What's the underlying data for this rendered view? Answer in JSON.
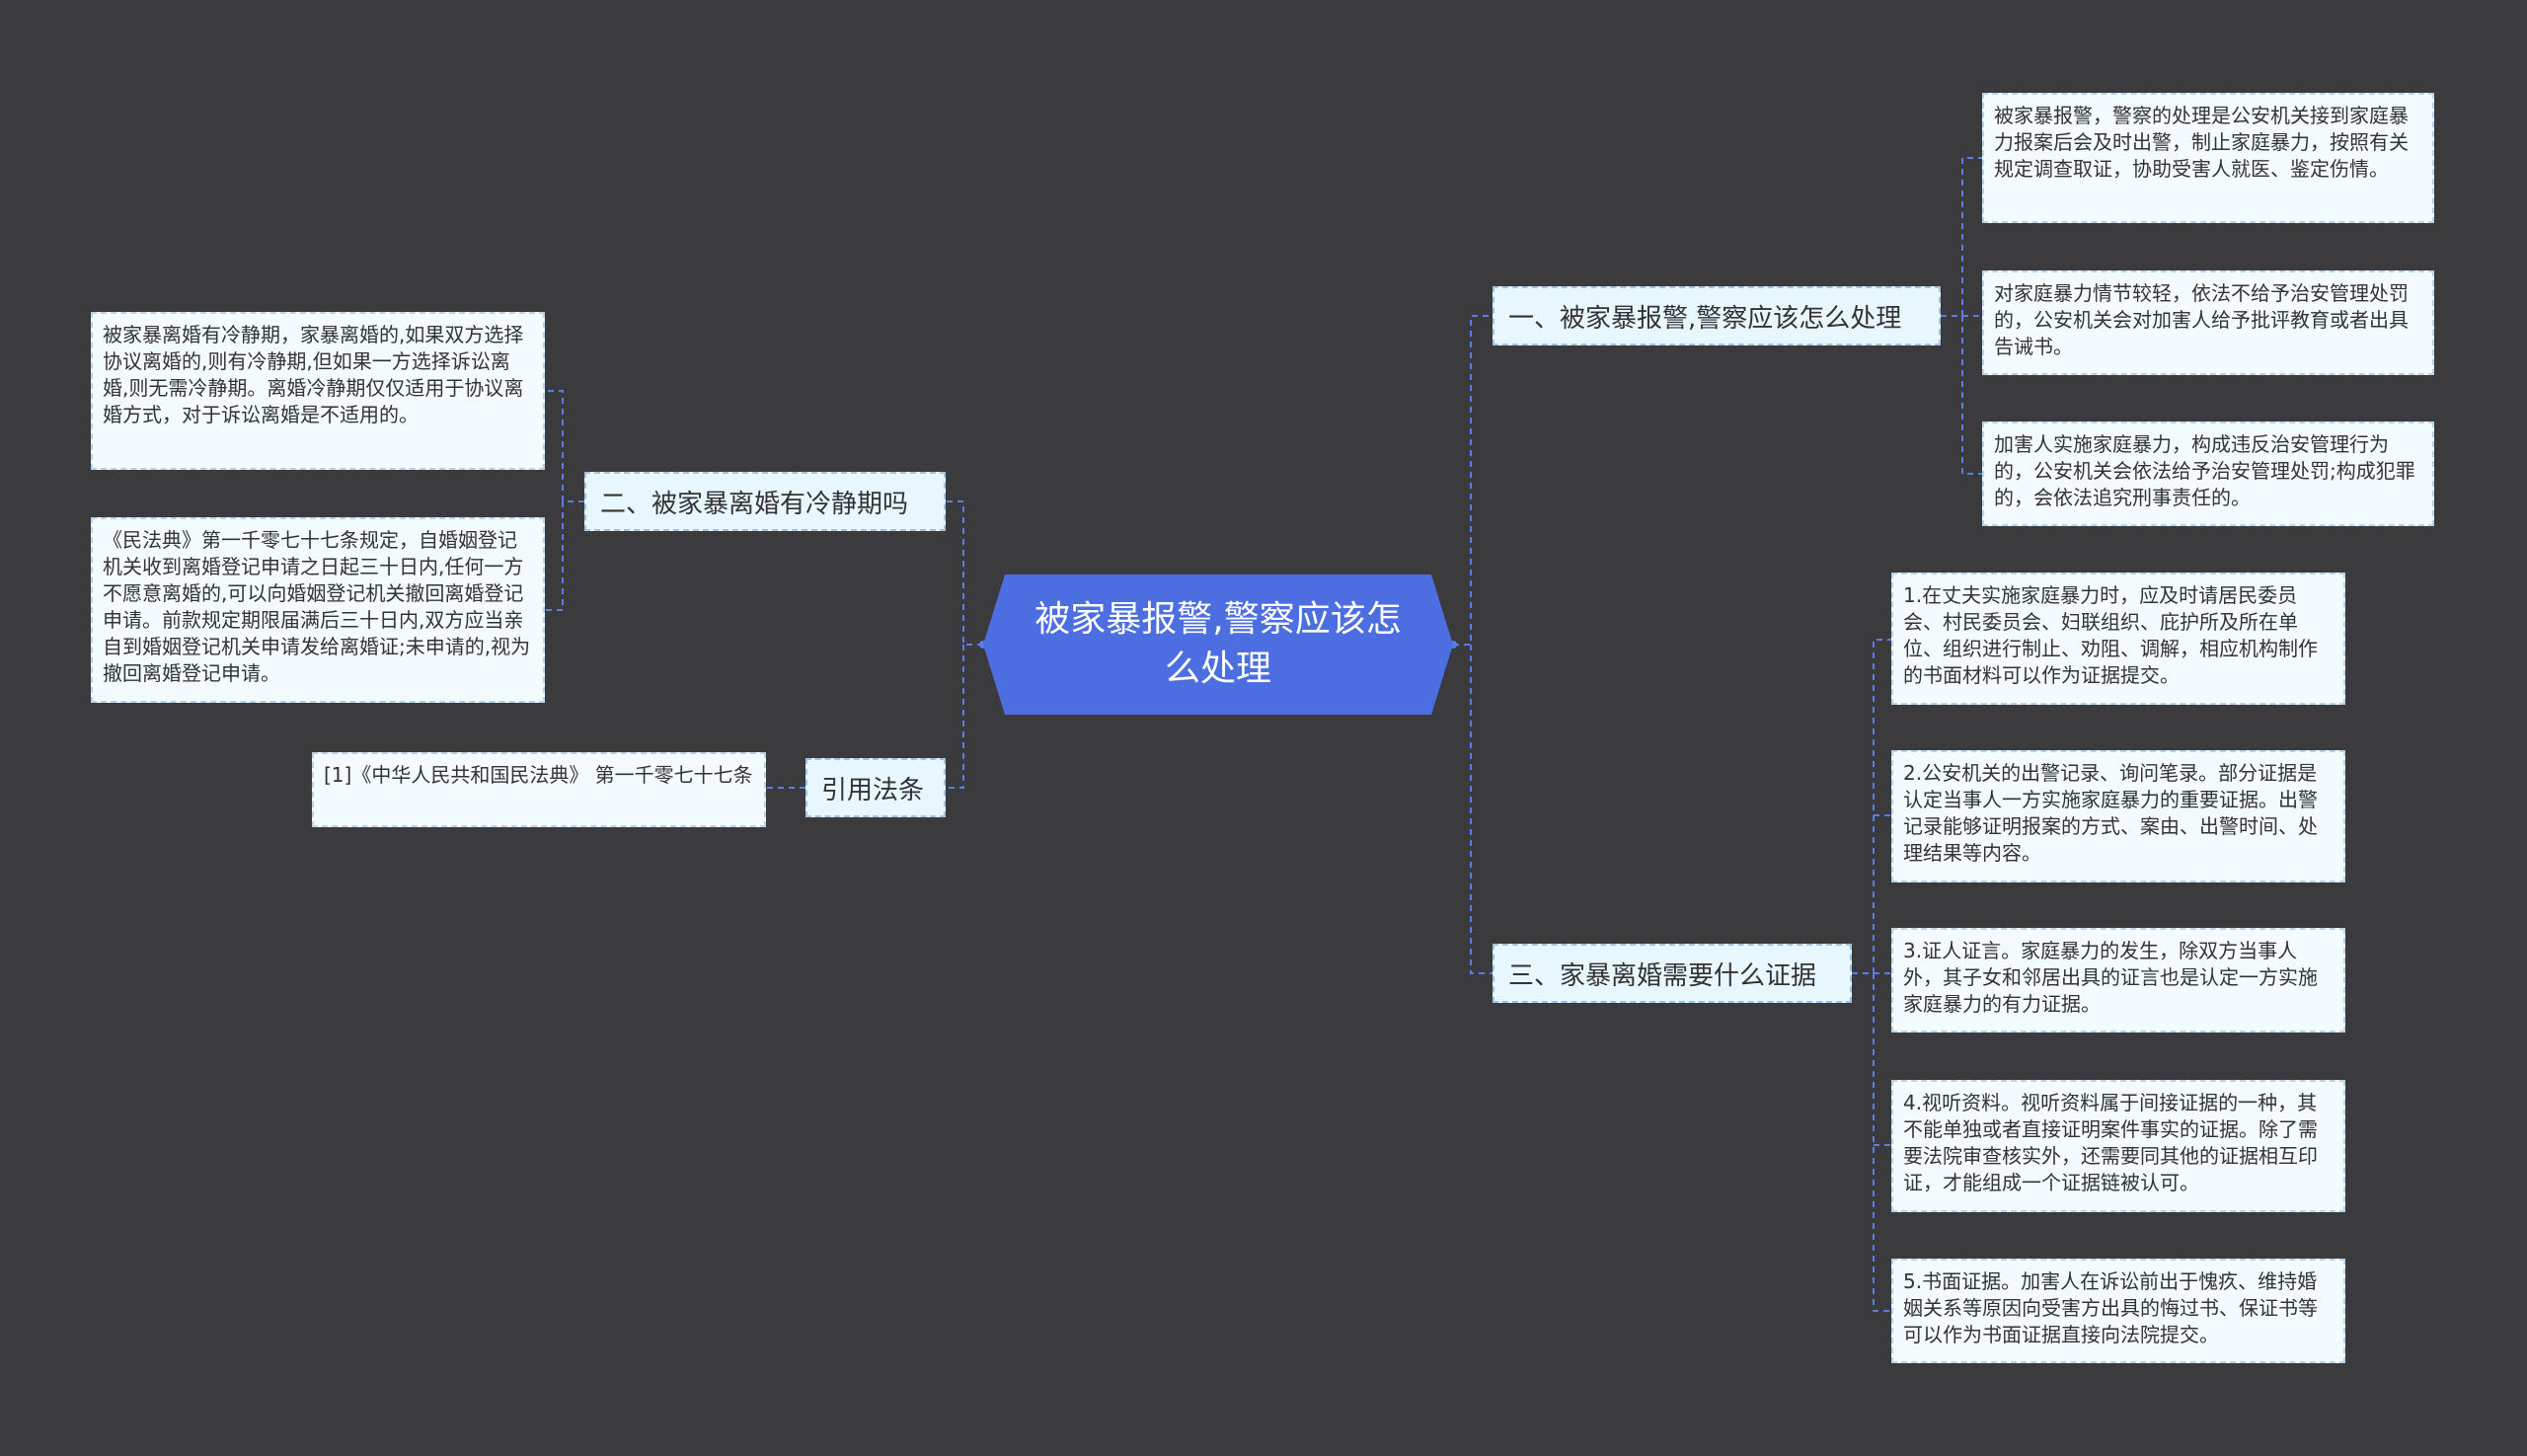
{
  "root": {
    "title": "被家暴报警,警察应该怎么处理"
  },
  "branch1": {
    "title": "一、被家暴报警,警察应该怎么处理",
    "items": [
      "被家暴报警，警察的处理是公安机关接到家庭暴力报案后会及时出警，制止家庭暴力，按照有关规定调查取证，协助受害人就医、鉴定伤情。",
      "对家庭暴力情节较轻，依法不给予治安管理处罚的，公安机关会对加害人给予批评教育或者出具告诫书。",
      "加害人实施家庭暴力，构成违反治安管理行为的，公安机关会依法给予治安管理处罚;构成犯罪的，会依法追究刑事责任的。"
    ]
  },
  "branch2": {
    "title": "二、被家暴离婚有冷静期吗",
    "items": [
      "被家暴离婚有冷静期，家暴离婚的,如果双方选择协议离婚的,则有冷静期,但如果一方选择诉讼离婚,则无需冷静期。离婚冷静期仅仅适用于协议离婚方式，对于诉讼离婚是不适用的。",
      "《民法典》第一千零七十七条规定，自婚姻登记机关收到离婚登记申请之日起三十日内,任何一方不愿意离婚的,可以向婚姻登记机关撤回离婚登记申请。前款规定期限届满后三十日内,双方应当亲自到婚姻登记机关申请发给离婚证;未申请的,视为撤回离婚登记申请。"
    ]
  },
  "branch3": {
    "title": "三、家暴离婚需要什么证据",
    "items": [
      "1.在丈夫实施家庭暴力时，应及时请居民委员会、村民委员会、妇联组织、庇护所及所在单位、组织进行制止、劝阻、调解，相应机构制作的书面材料可以作为证据提交。",
      "2.公安机关的出警记录、询问笔录。部分证据是认定当事人一方实施家庭暴力的重要证据。出警记录能够证明报案的方式、案由、出警时间、处理结果等内容。",
      "3.证人证言。家庭暴力的发生，除双方当事人外，其子女和邻居出具的证言也是认定一方实施家庭暴力的有力证据。",
      "4.视听资料。视听资料属于间接证据的一种，其不能单独或者直接证明案件事实的证据。除了需要法院审查核实外，还需要同其他的证据相互印证，才能组成一个证据链被认可。",
      "5.书面证据。加害人在诉讼前出于愧疚、维持婚姻关系等原因向受害方出具的悔过书、保证书等可以作为书面证据直接向法院提交。"
    ]
  },
  "branch4": {
    "title": "引用法条",
    "items": [
      "[1]《中华人民共和国民法典》 第一千零七十七条"
    ]
  },
  "colors": {
    "background": "#3b3a3d",
    "root": "#4d6ee0",
    "connector": "#5a7ee6",
    "branch_fill": "#e8f6fd",
    "leaf_fill": "#f4fbff"
  }
}
